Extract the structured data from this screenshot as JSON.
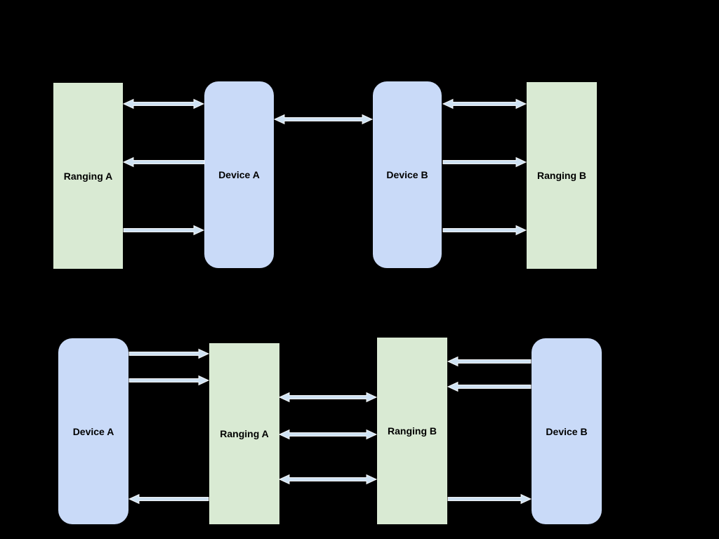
{
  "canvas": {
    "background_color": "#000000"
  },
  "palette": {
    "ranging_box_fill": "#d9ead3",
    "device_box_fill": "#c9daf8",
    "arrow_fill": "#cfe2f3",
    "arrow_outline": "#ffffff",
    "label_text": "#000000"
  },
  "diagrams": [
    {
      "id": "top",
      "nodes": [
        {
          "id": "ranging-a",
          "label": "Ranging A",
          "kind": "ranging"
        },
        {
          "id": "device-a",
          "label": "Device A",
          "kind": "device"
        },
        {
          "id": "device-b",
          "label": "Device B",
          "kind": "device"
        },
        {
          "id": "ranging-b",
          "label": "Ranging B",
          "kind": "ranging"
        }
      ],
      "connections": [
        {
          "from": "ranging-a",
          "to": "device-a",
          "arrows": "both"
        },
        {
          "from": "device-a",
          "to": "ranging-a",
          "arrows": "single"
        },
        {
          "from": "ranging-a",
          "to": "device-a",
          "arrows": "single"
        },
        {
          "from": "device-a",
          "to": "device-b",
          "arrows": "both"
        },
        {
          "from": "device-b",
          "to": "ranging-b",
          "arrows": "both"
        },
        {
          "from": "device-b",
          "to": "ranging-b",
          "arrows": "single"
        },
        {
          "from": "device-b",
          "to": "ranging-b",
          "arrows": "single"
        }
      ]
    },
    {
      "id": "bottom",
      "nodes": [
        {
          "id": "device-a",
          "label": "Device A",
          "kind": "device"
        },
        {
          "id": "ranging-a",
          "label": "Ranging A",
          "kind": "ranging"
        },
        {
          "id": "ranging-b",
          "label": "Ranging B",
          "kind": "ranging"
        },
        {
          "id": "device-b",
          "label": "Device B",
          "kind": "device"
        }
      ],
      "connections": [
        {
          "from": "device-a",
          "to": "ranging-a",
          "arrows": "single"
        },
        {
          "from": "device-a",
          "to": "ranging-a",
          "arrows": "single"
        },
        {
          "from": "ranging-a",
          "to": "device-a",
          "arrows": "single"
        },
        {
          "from": "ranging-a",
          "to": "ranging-b",
          "arrows": "both"
        },
        {
          "from": "ranging-a",
          "to": "ranging-b",
          "arrows": "both"
        },
        {
          "from": "ranging-a",
          "to": "ranging-b",
          "arrows": "both"
        },
        {
          "from": "device-b",
          "to": "ranging-b",
          "arrows": "single"
        },
        {
          "from": "device-b",
          "to": "ranging-b",
          "arrows": "single"
        },
        {
          "from": "ranging-b",
          "to": "device-b",
          "arrows": "single"
        }
      ]
    }
  ]
}
